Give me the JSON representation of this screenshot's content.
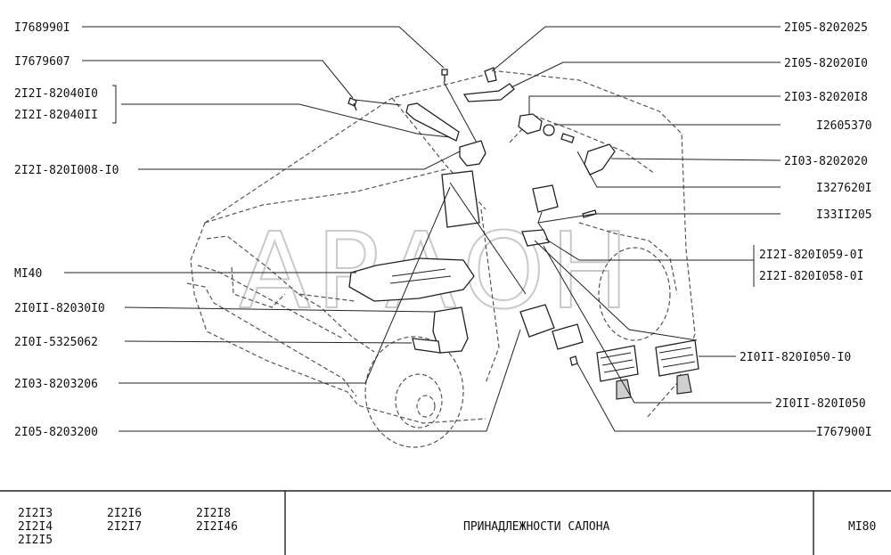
{
  "labels_left": [
    "I768990I",
    "I7679607",
    "2I2I-82040I0",
    "2I2I-82040II",
    "2I2I-820I008-I0",
    "MI40",
    "2I0II-82030I0",
    "2I0I-5325062",
    "2I03-8203206",
    "2I05-8203200"
  ],
  "labels_right": [
    "2I05-8202025",
    "2I05-82020I0",
    "2I03-82020I8",
    "I2605370",
    "2I03-8202020",
    "I327620I",
    "I33II205",
    "2I2I-820I059-0I",
    "2I2I-820I058-0I",
    "2I0II-820I050-I0",
    "2I0II-820I050",
    "I767900I"
  ],
  "watermark": "АРАОН",
  "footer": {
    "models": [
      "2I2I3",
      "2I2I4",
      "2I2I5",
      "2I2I6",
      "2I2I7",
      "2I2I8",
      "2I2I46"
    ],
    "title": "ПРИНАДЛЕЖНОСТИ  САЛОНА",
    "code": "MI80"
  }
}
